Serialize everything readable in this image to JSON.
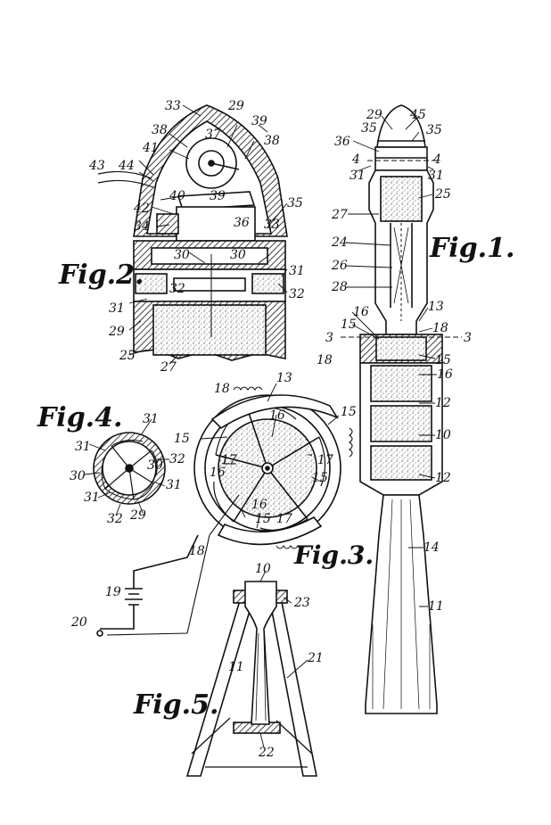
{
  "figures": {
    "fig1": {
      "title": "Fig.1."
    },
    "fig2": {
      "title": "Fig.2."
    },
    "fig3": {
      "title": "Fig.3."
    },
    "fig4": {
      "title": "Fig.4."
    },
    "fig5": {
      "title": "Fig.5."
    }
  },
  "refs": {
    "r45": "45",
    "r29": "29",
    "r35": "35",
    "r36": "36",
    "r4": "4",
    "r31": "31",
    "r25": "25",
    "r27": "27",
    "r24": "24",
    "r26": "26",
    "r28": "28",
    "r13": "13",
    "r16": "16",
    "r15": "15",
    "r3": "3",
    "r18": "18",
    "r12": "12",
    "r10": "10",
    "r14": "14",
    "r11": "11",
    "r33": "33",
    "r39": "39",
    "r38": "38",
    "r37": "37",
    "r41": "41",
    "r43": "43",
    "r44": "44",
    "r40": "40",
    "r42": "42",
    "r34": "34",
    "r30": "30",
    "r32": "32",
    "r17": "17",
    "r19": "19",
    "r20": "20",
    "r21": "21",
    "r22": "22",
    "r23": "23"
  }
}
